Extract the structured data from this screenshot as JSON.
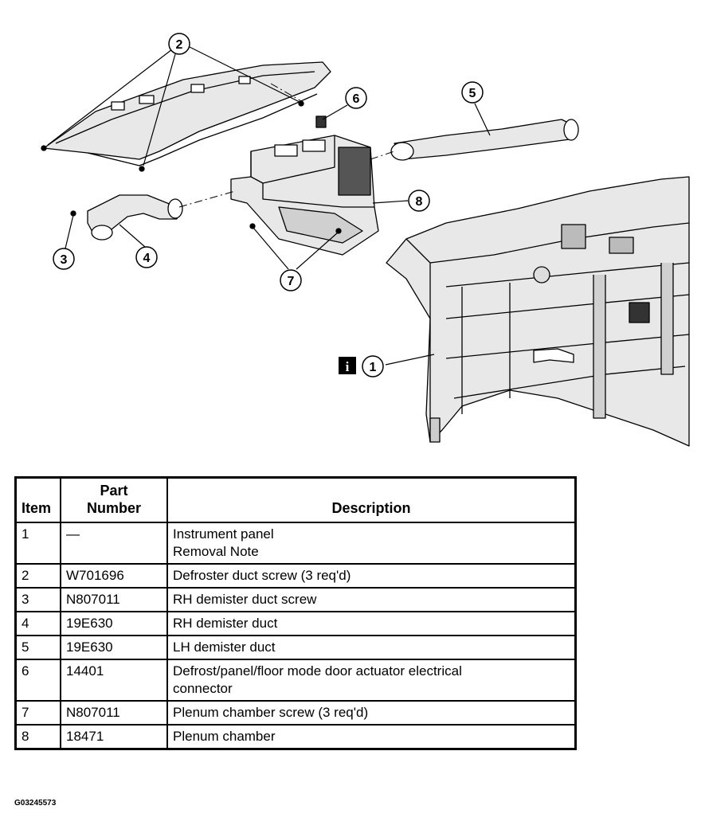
{
  "callouts": [
    {
      "id": "1",
      "label": "1",
      "info_badge": "i"
    },
    {
      "id": "2",
      "label": "2"
    },
    {
      "id": "3",
      "label": "3"
    },
    {
      "id": "4",
      "label": "4"
    },
    {
      "id": "5",
      "label": "5"
    },
    {
      "id": "6",
      "label": "6"
    },
    {
      "id": "7",
      "label": "7"
    },
    {
      "id": "8",
      "label": "8"
    }
  ],
  "table": {
    "headers": {
      "item": "Item",
      "part_line1": "Part",
      "part_line2": "Number",
      "description": "Description"
    },
    "rows": [
      {
        "item": "1",
        "part": "—",
        "desc": [
          "Instrument panel",
          "Removal Note"
        ]
      },
      {
        "item": "2",
        "part": "W701696",
        "desc": [
          "Defroster duct screw (3 req'd)"
        ]
      },
      {
        "item": "3",
        "part": "N807011",
        "desc": [
          "RH demister duct screw"
        ]
      },
      {
        "item": "4",
        "part": "19E630",
        "desc": [
          "RH demister duct"
        ]
      },
      {
        "item": "5",
        "part": "19E630",
        "desc": [
          "LH demister duct"
        ]
      },
      {
        "item": "6",
        "part": "14401",
        "desc": [
          "Defrost/panel/floor mode door actuator electrical",
          "connector"
        ]
      },
      {
        "item": "7",
        "part": "N807011",
        "desc": [
          "Plenum chamber screw (3 req'd)"
        ]
      },
      {
        "item": "8",
        "part": "18471",
        "desc": [
          "Plenum chamber"
        ]
      }
    ]
  },
  "figure_id": "G03245573",
  "colors": {
    "line": "#000000",
    "fill_light": "#e6e6e6",
    "fill_mid": "#bdbdbd",
    "background": "#ffffff"
  }
}
